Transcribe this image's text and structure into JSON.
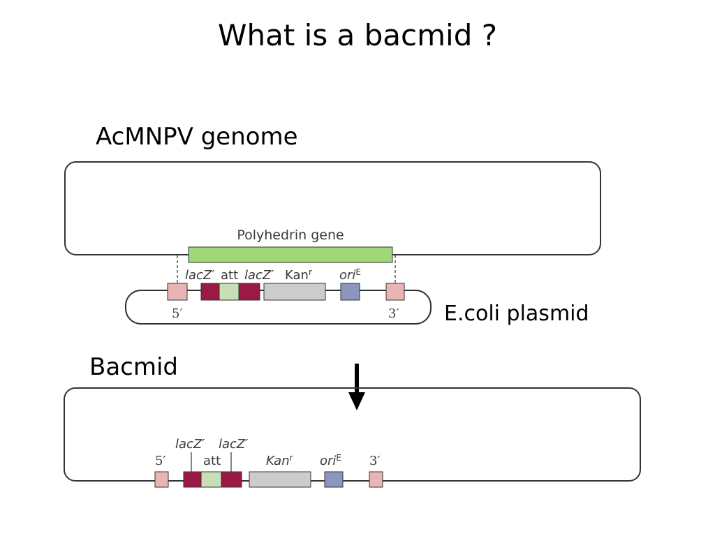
{
  "title": "What is a bacmid ?",
  "labels": {
    "genome": "AcMNPV genome",
    "plasmid": "E.coli plasmid",
    "bacmid": "Bacmid"
  },
  "genome": {
    "gene_label": "Polyhedrin gene"
  },
  "plasmid": {
    "lacz_left": "lacZ′",
    "att": "att",
    "lacz_right": "lacZ′",
    "kan": "Kan",
    "kan_sup": "r",
    "ori": "ori",
    "ori_sup": "E",
    "five_prime": "5′",
    "three_prime": "3′"
  },
  "bacmid": {
    "lacz_left": "lacZ′",
    "lacz_right": "lacZ′",
    "att": "att",
    "kan": "Kan",
    "kan_sup": "r",
    "ori": "ori",
    "ori_sup": "E",
    "five_prime": "5′",
    "three_prime": "3′"
  },
  "colors": {
    "polyhedrin": "#9fd779",
    "end_box": "#e8b4b4",
    "lacz": "#9b1a45",
    "att": "#c8dfb5",
    "kan": "#cccccc",
    "ori": "#8c94c0",
    "outline": "#333333"
  }
}
